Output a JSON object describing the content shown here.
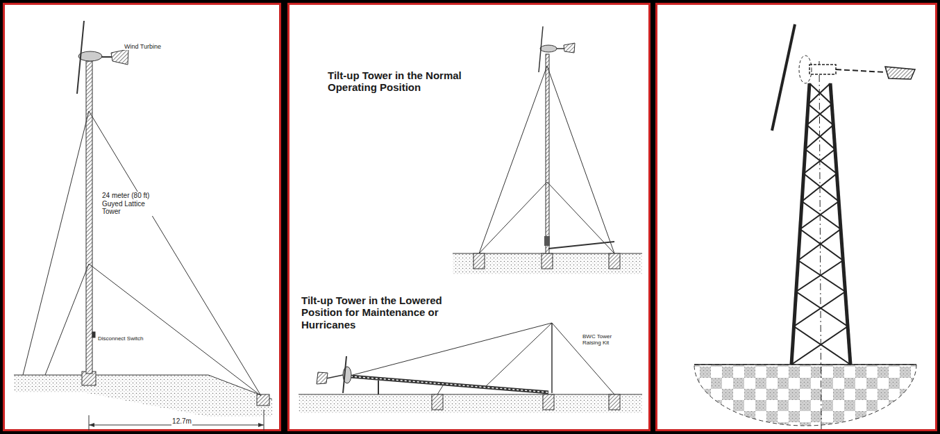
{
  "diagram": {
    "labels": [
      "Wind Turbine",
      "24 meter (80 ft) Guyed Lattice Tower",
      "Disconnect Switch",
      "12.7m",
      "Tilt-up Tower in the Normal Operating Position",
      "Tilt-up Tower in the Lowered Position for Maintenance or Hurricanes",
      "BWC Tower Raising Kit"
    ]
  }
}
